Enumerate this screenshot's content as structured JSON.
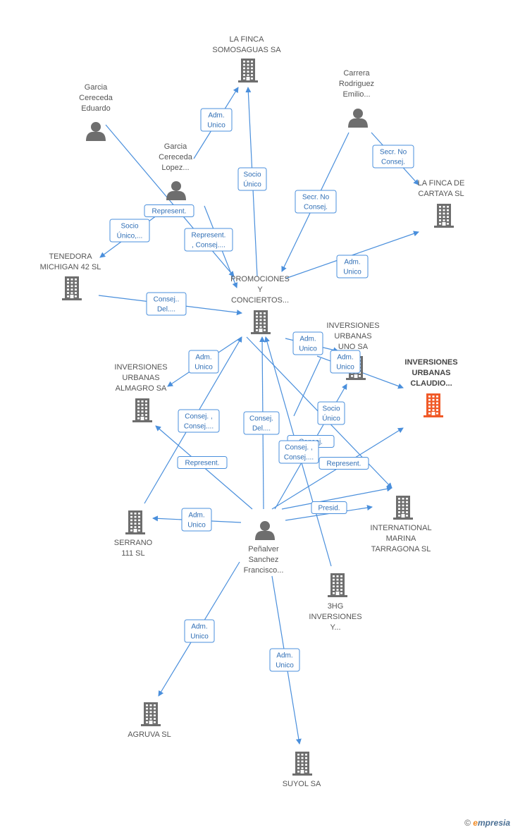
{
  "colors": {
    "edge": "#4a8fdc",
    "node": "#6e6e6e",
    "highlight": "#f05a28"
  },
  "nodes": {
    "la_finca_somosaguas": {
      "type": "company",
      "label": [
        "LA FINCA",
        "SOMOSAGUAS SA"
      ]
    },
    "garcia_cereceda_eduardo": {
      "type": "person",
      "label": [
        "Garcia",
        "Cereceda",
        "Eduardo"
      ]
    },
    "garcia_cereceda_lopez": {
      "type": "person",
      "label": [
        "Garcia",
        "Cereceda",
        "Lopez..."
      ]
    },
    "carrera_rodriguez": {
      "type": "person",
      "label": [
        "Carrera",
        "Rodriguez",
        "Emilio..."
      ]
    },
    "la_finca_cartaya": {
      "type": "company",
      "label": [
        "LA FINCA DE",
        "CARTAYA SL"
      ]
    },
    "tenedora_michigan": {
      "type": "company",
      "label": [
        "TENEDORA",
        "MICHIGAN 42 SL"
      ]
    },
    "promociones": {
      "type": "company",
      "label": [
        "PROMOCIONES",
        "Y",
        "CONCIERTOS..."
      ]
    },
    "inv_urbanas_uno": {
      "type": "company",
      "label": [
        "INVERSIONES",
        "URBANAS",
        "UNO SA"
      ]
    },
    "inv_urbanas_claudio": {
      "type": "company",
      "label": [
        "INVERSIONES",
        "URBANAS",
        "CLAUDIO..."
      ],
      "highlight": true
    },
    "inv_urbanas_almagro": {
      "type": "company",
      "label": [
        "INVERSIONES",
        "URBANAS",
        "ALMAGRO SA"
      ]
    },
    "serrano": {
      "type": "company",
      "label": [
        "SERRANO",
        "111 SL"
      ]
    },
    "penalver": {
      "type": "person",
      "label": [
        "Peñalver",
        "Sanchez",
        "Francisco..."
      ]
    },
    "international_marina": {
      "type": "company",
      "label": [
        "INTERNATIONAL",
        "MARINA",
        "TARRAGONA SL"
      ]
    },
    "hg_inversiones": {
      "type": "company",
      "label": [
        "3HG",
        "INVERSIONES",
        "Y..."
      ]
    },
    "agruva": {
      "type": "company",
      "label": [
        "AGRUVA SL"
      ]
    },
    "suyol": {
      "type": "company",
      "label": [
        "SUYOL SA"
      ]
    }
  },
  "relations": [
    {
      "lines": [
        "Adm.",
        "Unico"
      ]
    },
    {
      "lines": [
        "Socio",
        "Único"
      ]
    },
    {
      "lines": [
        "Secr.  No",
        "Consej."
      ]
    },
    {
      "lines": [
        "Secr.  No",
        "Consej."
      ]
    },
    {
      "lines": [
        "Represent."
      ]
    },
    {
      "lines": [
        "Socio",
        "Único,..."
      ]
    },
    {
      "lines": [
        "Represent.",
        ", Consej...."
      ]
    },
    {
      "lines": [
        "Adm.",
        "Unico"
      ]
    },
    {
      "lines": [
        "Consej..",
        "Del...."
      ]
    },
    {
      "lines": [
        "Adm.",
        "Unico"
      ]
    },
    {
      "lines": [
        "Adm.",
        "Unico"
      ]
    },
    {
      "lines": [
        "Adm.",
        "Unico"
      ]
    },
    {
      "lines": [
        "Consej. ,",
        "Consej...."
      ]
    },
    {
      "lines": [
        "Consej.",
        "Del...."
      ]
    },
    {
      "lines": [
        "Socio",
        "Único"
      ]
    },
    {
      "lines": [
        "Consej."
      ]
    },
    {
      "lines": [
        "Consej. ,",
        "Consej...."
      ]
    },
    {
      "lines": [
        "Represent."
      ]
    },
    {
      "lines": [
        "Represent."
      ]
    },
    {
      "lines": [
        "Adm.",
        "Unico"
      ]
    },
    {
      "lines": [
        "Presid."
      ]
    },
    {
      "lines": [
        "Adm.",
        "Unico"
      ]
    },
    {
      "lines": [
        "Adm.",
        "Unico"
      ]
    }
  ],
  "footer": {
    "copyright": "©",
    "brand_e": "e",
    "brand_rest": "mpresia"
  }
}
